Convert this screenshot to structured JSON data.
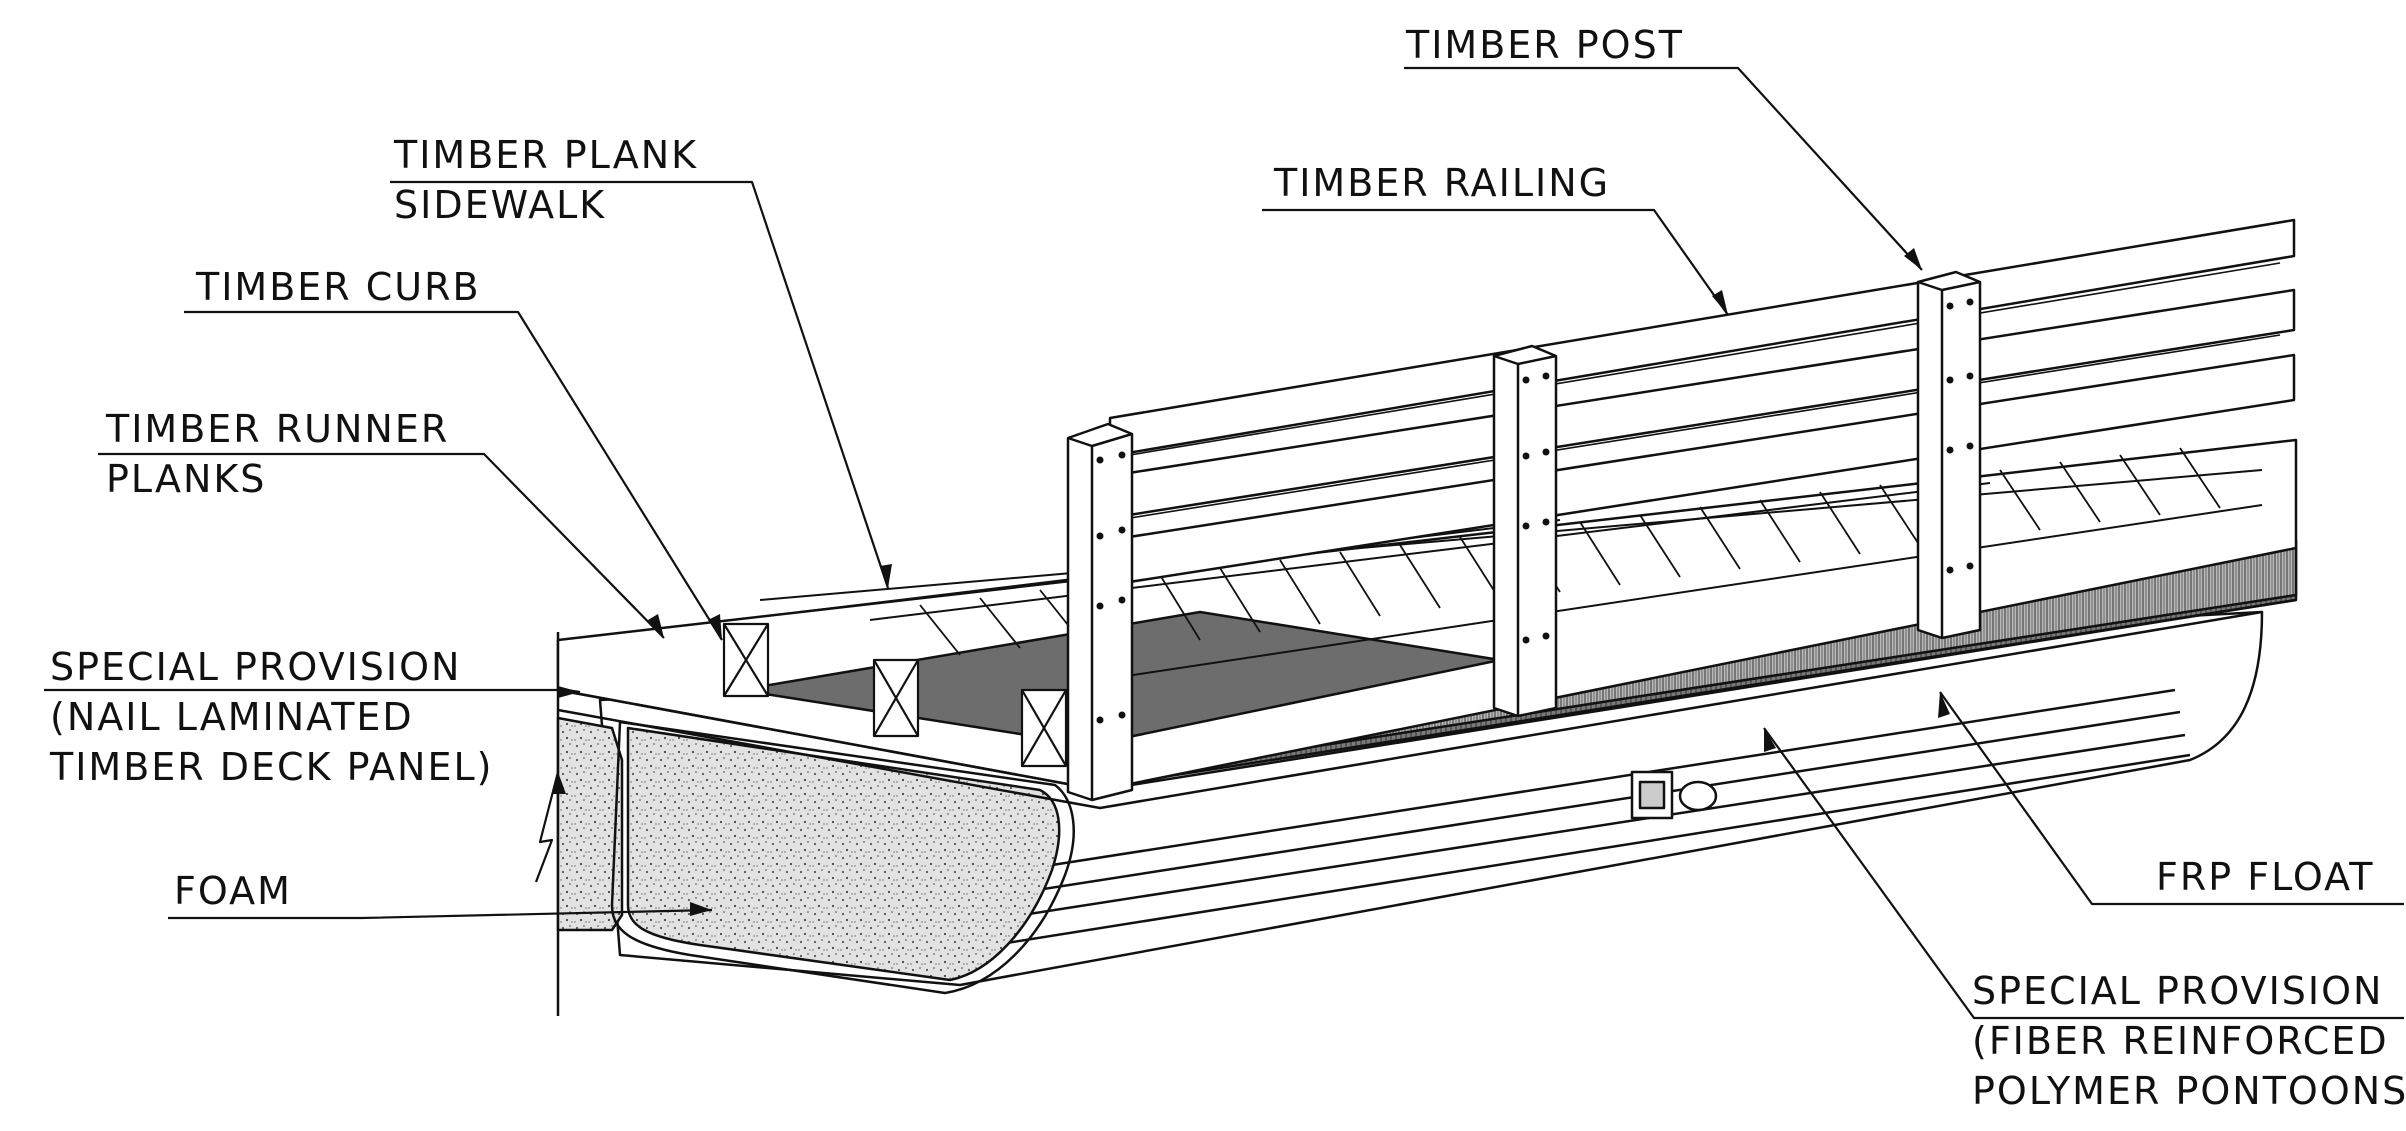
{
  "labels": {
    "timber_post": "TIMBER POST",
    "timber_plank_sidewalk": [
      "TIMBER PLANK",
      "SIDEWALK"
    ],
    "timber_railing": "TIMBER RAILING",
    "timber_curb": "TIMBER CURB",
    "timber_runner_planks": [
      "TIMBER RUNNER",
      "PLANKS"
    ],
    "special_provision_deck": [
      "SPECIAL PROVISION",
      "(NAIL LAMINATED",
      "TIMBER DECK PANEL)"
    ],
    "foam": "FOAM",
    "frp_float": "FRP FLOAT",
    "special_provision_pontoons": [
      "SPECIAL PROVISION",
      "(FIBER REINFORCED",
      "POLYMER PONTOONS)"
    ]
  },
  "colors": {
    "line": "#111111",
    "deck_shade": "#6d6d6d",
    "foam_fill": "#dcdcdc",
    "background": "#ffffff"
  }
}
